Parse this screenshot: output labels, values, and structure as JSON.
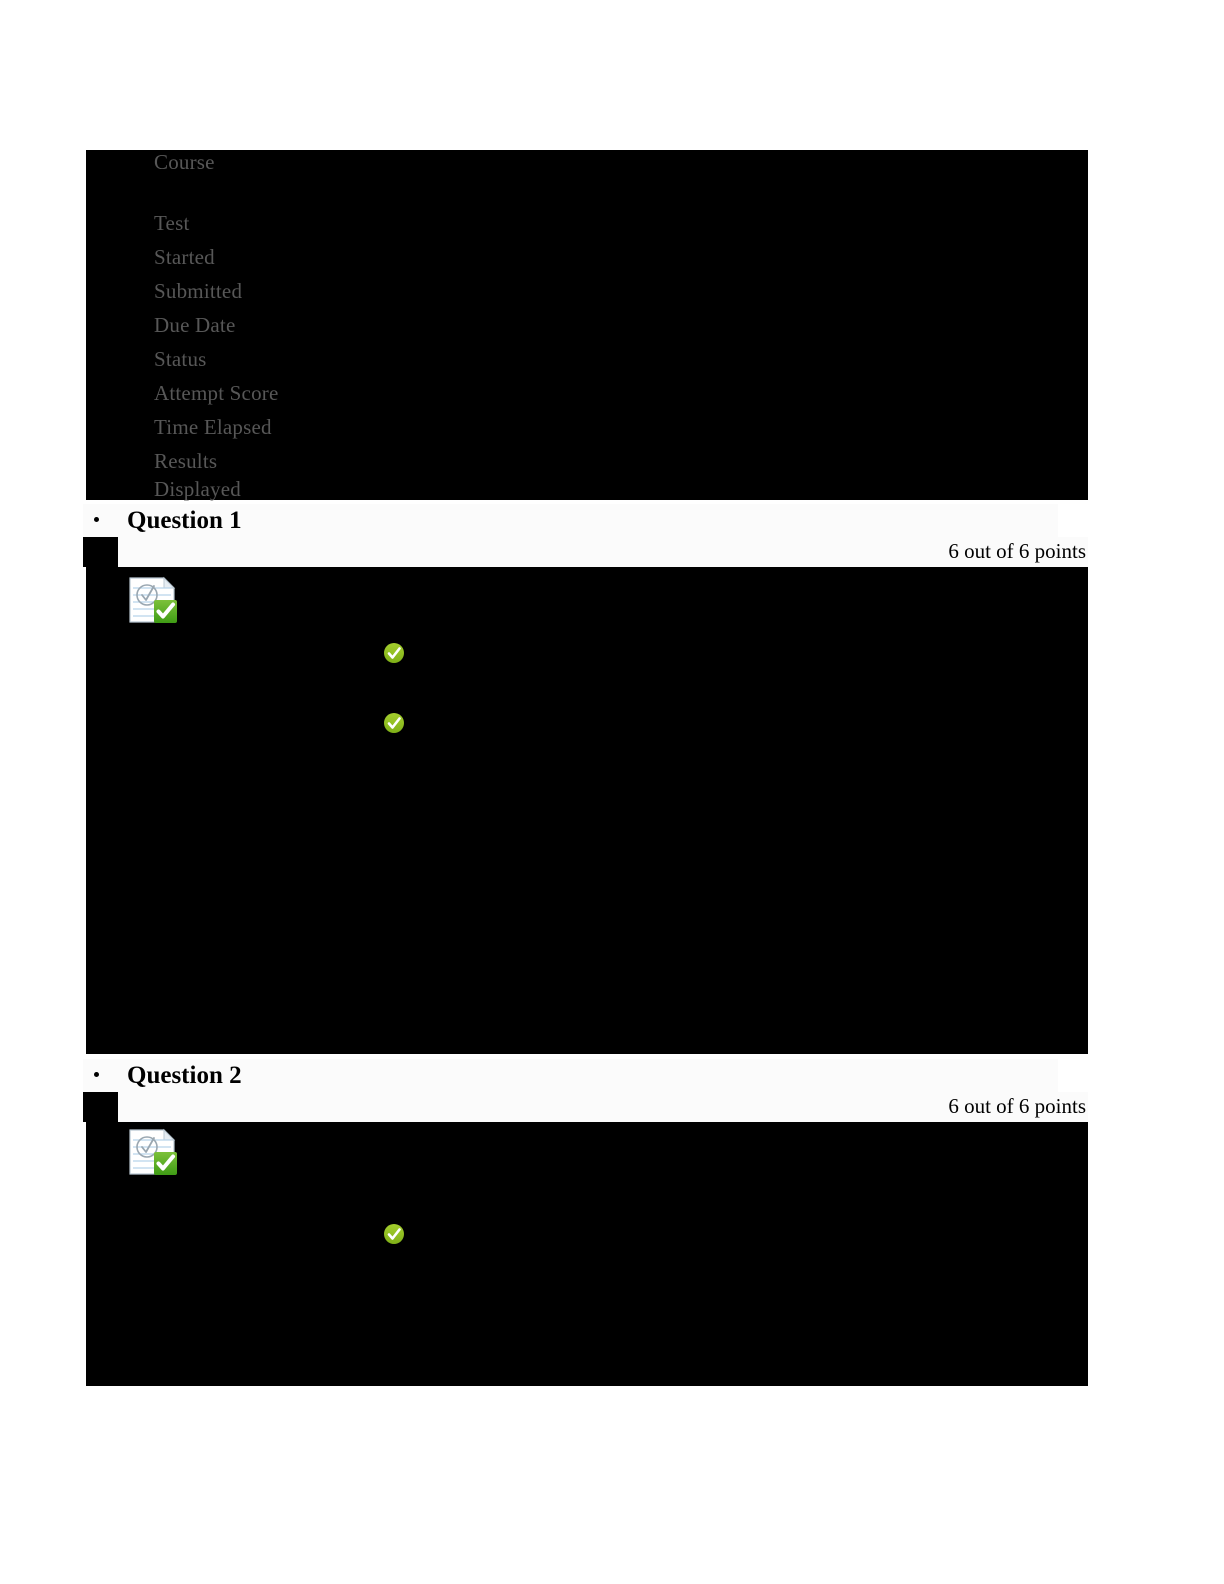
{
  "document": {
    "type": "test-review",
    "background_color": "#ffffff",
    "redaction_color": "#000000",
    "label_color": "#575757",
    "band_color": "#fbfbfb"
  },
  "test_info": {
    "labels": [
      {
        "id": "course",
        "text": "Course"
      },
      {
        "id": "test",
        "text": "Test"
      },
      {
        "id": "started",
        "text": "Started"
      },
      {
        "id": "submitted",
        "text": "Submitted"
      },
      {
        "id": "due-date",
        "text": "Due Date"
      },
      {
        "id": "status",
        "text": "Status"
      },
      {
        "id": "attempt-score",
        "text": "Attempt Score"
      },
      {
        "id": "time-elapsed",
        "text": "Time Elapsed"
      },
      {
        "id": "results-displayed-line1",
        "text": "Results"
      },
      {
        "id": "results-displayed-line2",
        "text": "Displayed"
      }
    ]
  },
  "questions": [
    {
      "title": "Question 1",
      "points": "6 out of 6 points",
      "answered_icon": "answered-correctly-icon",
      "correct_markers": [
        {
          "icon": "green-check-icon"
        },
        {
          "icon": "green-check-icon"
        }
      ]
    },
    {
      "title": "Question 2",
      "points": "6 out of 6 points",
      "answered_icon": "answered-correctly-icon",
      "correct_markers": [
        {
          "icon": "green-check-icon"
        }
      ]
    }
  ]
}
